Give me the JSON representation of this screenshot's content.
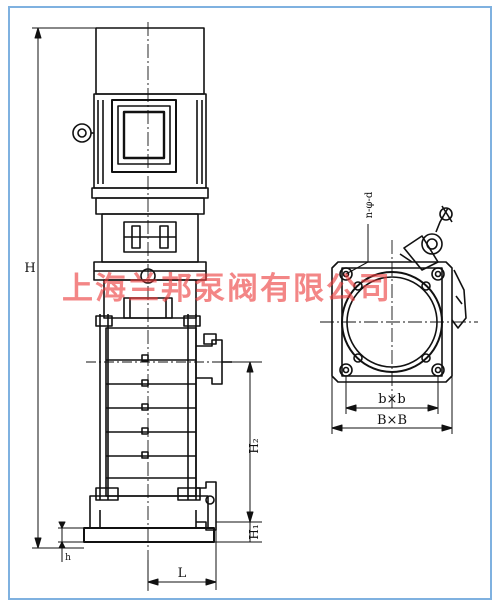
{
  "labels": {
    "H": "H",
    "H2": "H₂",
    "H1": "H₁",
    "h": "h",
    "L": "L",
    "bxb": "b×b",
    "BxB": "B×B",
    "n_phi_d": "n-φ-d"
  },
  "watermark": "上海兰邦泵阀有限公司",
  "colors": {
    "line": "#111111",
    "frame": "#7fb1e0",
    "watermark": "#eb3c3c"
  }
}
